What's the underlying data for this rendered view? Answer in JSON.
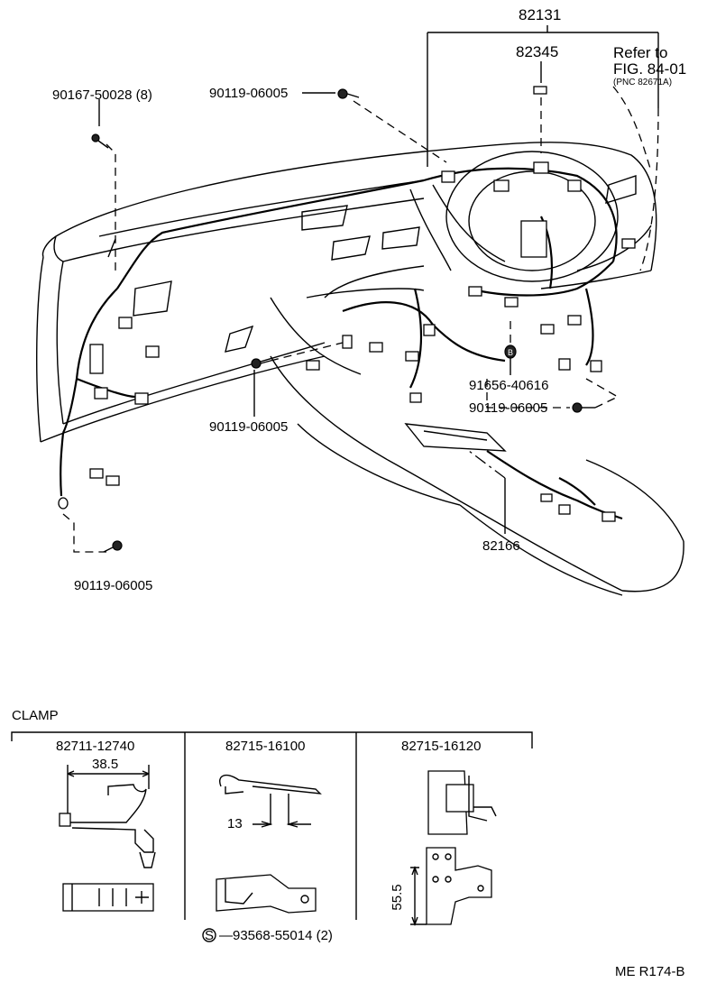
{
  "callouts": {
    "harness_main": "82131",
    "harness_sub": "82345",
    "refer_to": "Refer to",
    "refer_fig": "FIG. 84-01",
    "refer_pnc": "(PNC 82671A)",
    "screw_top_left": "90167-50028 (8)",
    "bolt_top": "90119-06005",
    "bolt_center": "90119-06005",
    "bolt_right": "90119-06005",
    "bolt_bottom_left": "90119-06005",
    "marker_b": "B",
    "part_b": "91656-40616",
    "harness_console": "82166"
  },
  "clamp_section": {
    "title": "CLAMP",
    "items": [
      {
        "part_no": "82711-12740",
        "dimension": "38.5"
      },
      {
        "part_no": "82715-16100",
        "dimension": "13",
        "note_marker": "S",
        "note": "93568-55014 (2)"
      },
      {
        "part_no": "82715-16120",
        "dimension": "55.5"
      }
    ]
  },
  "footer": {
    "code": "ME R174-B"
  }
}
